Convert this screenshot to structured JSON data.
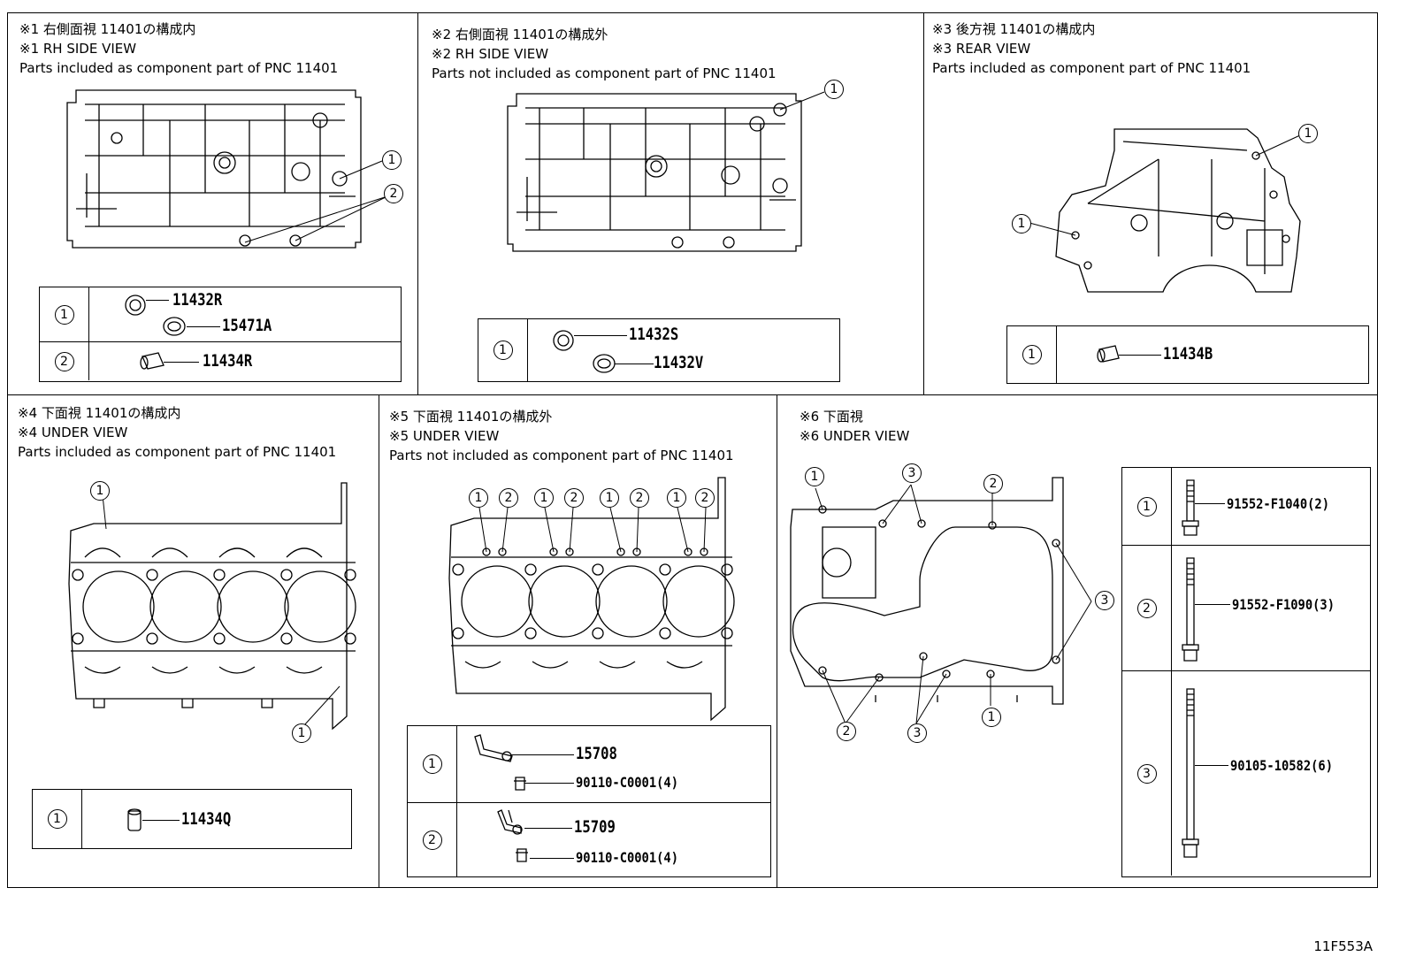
{
  "panels": [
    {
      "jp": "※1 右側面視 11401の構成内",
      "en": "※1 RH SIDE VIEW",
      "desc": "Parts included as component part of PNC 11401"
    },
    {
      "jp": "※2 右側面視 11401の構成外",
      "en": "※2 RH SIDE VIEW",
      "desc": "Parts not included as component part of PNC 11401"
    },
    {
      "jp": "※3 後方視 11401の構成内",
      "en": "※3 REAR VIEW",
      "desc": "Parts included as component part of PNC 11401"
    },
    {
      "jp": "※4 下面視 11401の構成内",
      "en": "※4 UNDER VIEW",
      "desc": "Parts included as component part of PNC 11401"
    },
    {
      "jp": "※5 下面視 11401の構成外",
      "en": "※5 UNDER VIEW",
      "desc": "Parts not included as component part of PNC 11401"
    },
    {
      "jp": "※6 下面視",
      "en": "※6 UNDER VIEW",
      "desc": ""
    }
  ],
  "callouts": {
    "one": "1",
    "two": "2",
    "three": "3"
  },
  "legends": {
    "p1": [
      {
        "key": "1",
        "parts": [
          "11432R",
          "15471A"
        ]
      },
      {
        "key": "2",
        "parts": [
          "11434R"
        ]
      }
    ],
    "p2": [
      {
        "key": "1",
        "parts": [
          "11432S",
          "11432V"
        ]
      }
    ],
    "p3": [
      {
        "key": "1",
        "parts": [
          "11434B"
        ]
      }
    ],
    "p4": [
      {
        "key": "1",
        "parts": [
          "11434Q"
        ]
      }
    ],
    "p5": [
      {
        "key": "1",
        "parts": [
          "15708",
          "90110-C0001(4)"
        ]
      },
      {
        "key": "2",
        "parts": [
          "15709",
          "90110-C0001(4)"
        ]
      }
    ],
    "p6": [
      {
        "key": "1",
        "parts": [
          "91552-F1040(2)"
        ]
      },
      {
        "key": "2",
        "parts": [
          "91552-F1090(3)"
        ]
      },
      {
        "key": "3",
        "parts": [
          "90105-10582(6)"
        ]
      }
    ]
  },
  "illustration_code": "11F553A"
}
